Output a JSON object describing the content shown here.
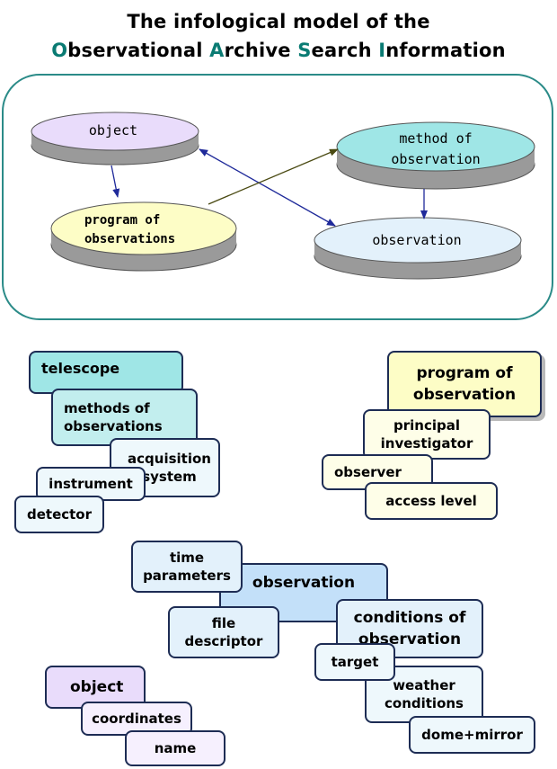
{
  "title": {
    "line1": "The infological model of the",
    "line2_parts": [
      {
        "cap": "O",
        "rest": "bservational "
      },
      {
        "cap": "A",
        "rest": "rchive "
      },
      {
        "cap": "S",
        "rest": "earch "
      },
      {
        "cap": "I",
        "rest": "nformation"
      }
    ]
  },
  "model": {
    "object": "object",
    "method": [
      "method of",
      "observation"
    ],
    "program": [
      "program of",
      "observations"
    ],
    "observation": "observation"
  },
  "telescope_group": {
    "telescope": "telescope",
    "methods": "methods of observations",
    "acquisition": "acquisition system",
    "instrument": "instrument",
    "detector": "detector"
  },
  "program_group": {
    "program": "program of observation",
    "pi": "principal investigator",
    "observer": "observer",
    "access": "access level"
  },
  "observation_group": {
    "time": "time parameters",
    "observation": "observation",
    "file": "file descriptor",
    "conditions": "conditions of observation",
    "target": "target",
    "weather": "weather conditions",
    "dome": "dome+mirror"
  },
  "object_group": {
    "object": "object",
    "coordinates": "coordinates",
    "name": "name"
  },
  "colors": {
    "accent": "#0a7b73",
    "lavender": "#e9dcfb",
    "cyan": "#9fe6e6",
    "light_yellow": "#fdfdc6",
    "light_blue": "#e3f1fb",
    "mid_blue": "#c3e0f9"
  }
}
